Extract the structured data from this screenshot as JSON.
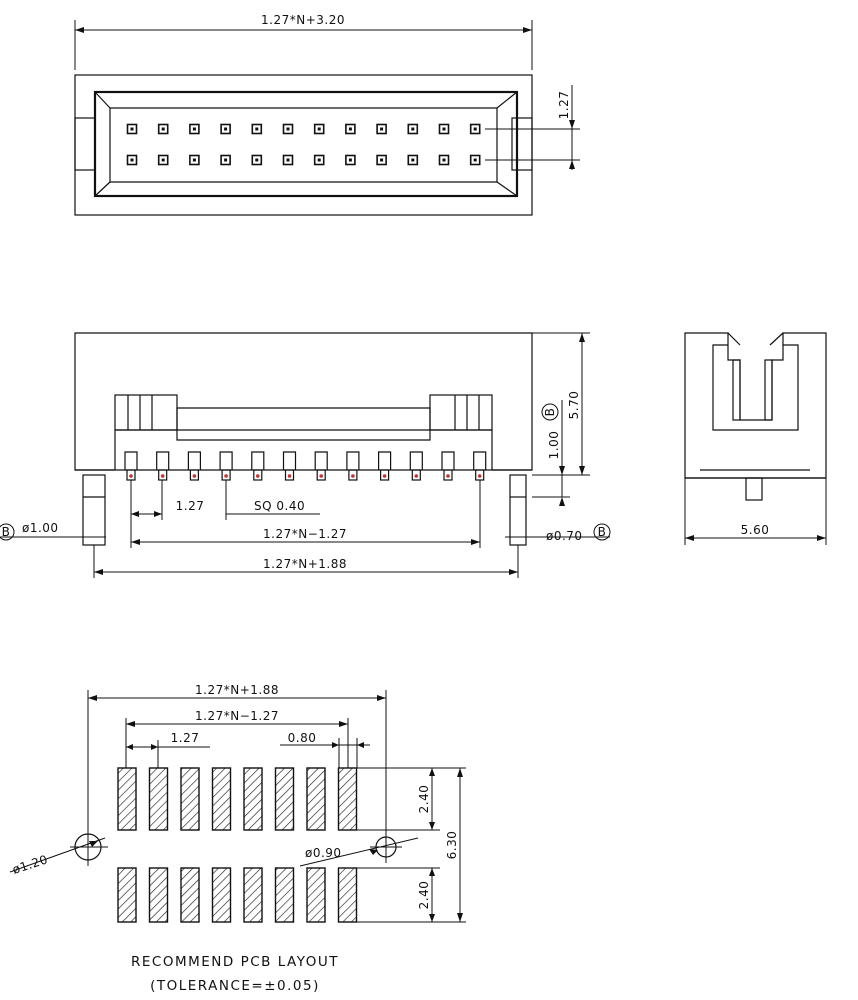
{
  "top_view": {
    "width_dim": "1.27*N+3.20",
    "pitch_dim": "1.27"
  },
  "side_view": {
    "height_dim": "5.70",
    "pin_height_dim": "1.00",
    "datum_b": "B",
    "pitch_dim": "1.27",
    "pin_sq_dim": "SQ 0.40",
    "left_post_dim": "ø1.00",
    "right_post_dim": "ø0.70",
    "pin_span_dim": "1.27*N−1.27",
    "post_span_dim": "1.27*N+1.88"
  },
  "end_view": {
    "width_dim": "5.60"
  },
  "pcb_layout": {
    "post_span_dim": "1.27*N+1.88",
    "pad_span_dim": "1.27*N−1.27",
    "pitch_dim": "1.27",
    "pad_width_dim": "0.80",
    "row_height_dim_top": "2.40",
    "row_height_dim_bottom": "2.40",
    "total_height_dim": "6.30",
    "left_hole_dim": "ø1.20",
    "right_hole_dim": "ø0.90",
    "caption": "RECOMMEND  PCB  LAYOUT",
    "tolerance": "(TOLERANCE=±0.05)"
  }
}
